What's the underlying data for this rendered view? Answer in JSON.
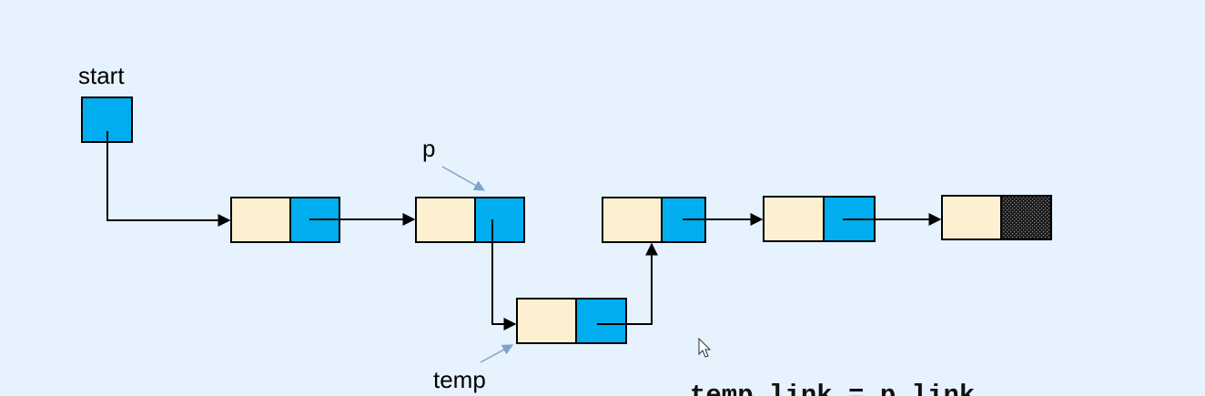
{
  "labels": {
    "start": "start",
    "p": "p",
    "temp": "temp"
  },
  "code": {
    "statement": "temp.link = p.link"
  },
  "colors": {
    "background": "#e6f2fd",
    "data_field": "#fdf0d0",
    "link_field": "#00adef",
    "null_link": "#111111",
    "pointer_arrow": "#7fa4cc"
  },
  "icons": {
    "cursor": "mouse-pointer-icon"
  }
}
